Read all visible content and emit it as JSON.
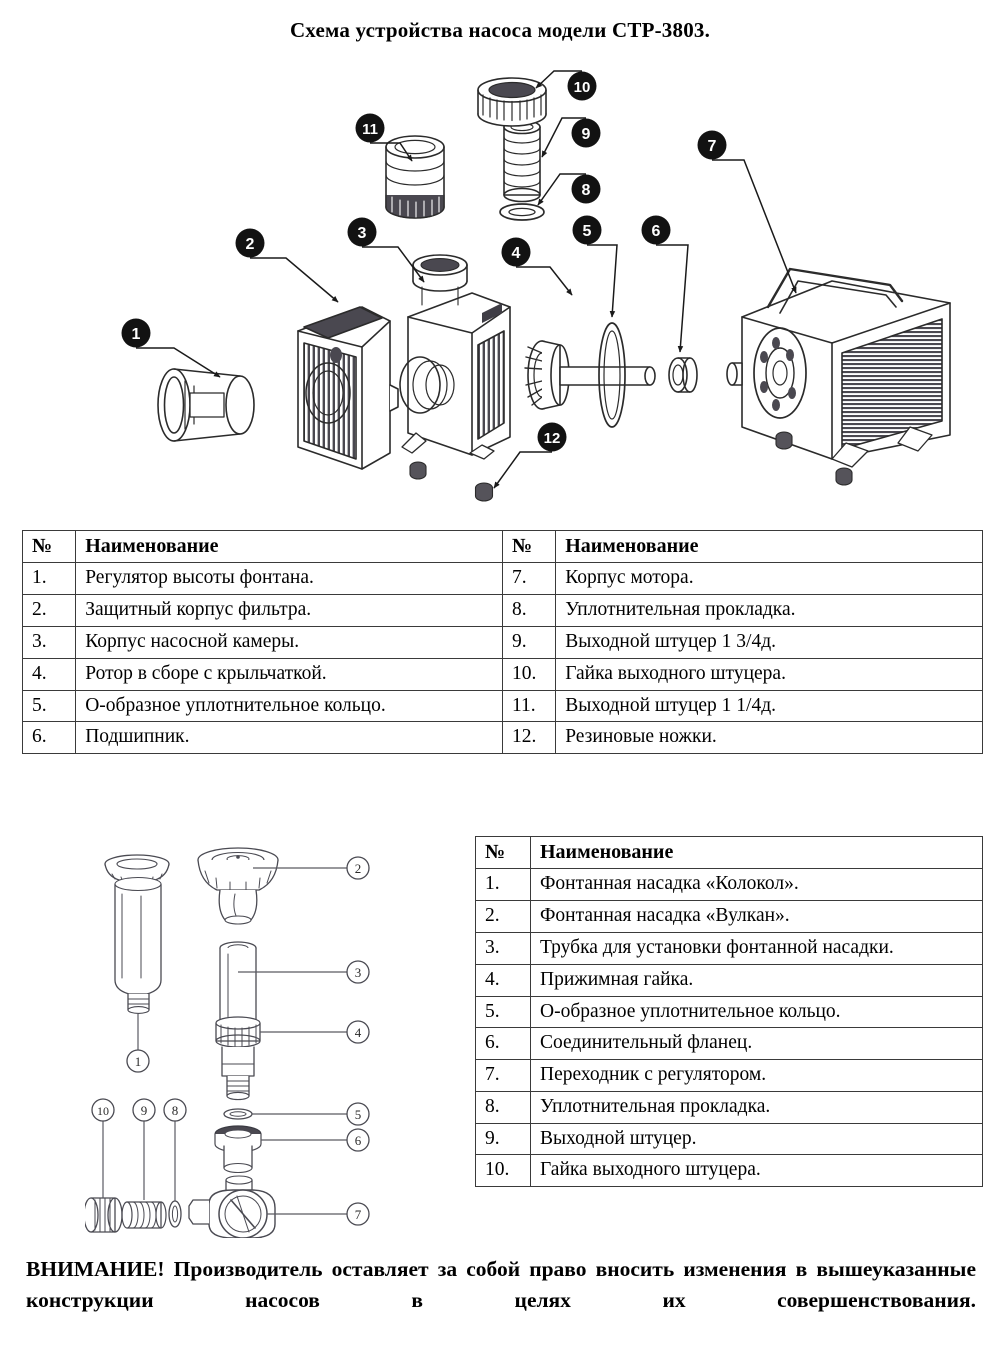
{
  "document": {
    "title": "Схема устройства насоса модели CTP-3803.",
    "warning": "ВНИМАНИЕ! Производитель оставляет за собой право вносить изменения в вышеуказанные конструкции насосов в целях их совершенствования."
  },
  "table_main": {
    "headers": {
      "num": "№",
      "name": "Наименование"
    },
    "rows_left": [
      {
        "num": "1.",
        "name": "Регулятор высоты фонтана."
      },
      {
        "num": "2.",
        "name": "Защитный корпус фильтра."
      },
      {
        "num": "3.",
        "name": "Корпус насосной камеры."
      },
      {
        "num": "4.",
        "name": "Ротор в сборе с крыльчаткой."
      },
      {
        "num": "5.",
        "name": "О-образное уплотнительное кольцо."
      },
      {
        "num": "6.",
        "name": "Подшипник."
      }
    ],
    "rows_right": [
      {
        "num": "7.",
        "name": "Корпус мотора."
      },
      {
        "num": "8.",
        "name": "Уплотнительная прокладка."
      },
      {
        "num": "9.",
        "name": "Выходной штуцер 1 3/4д."
      },
      {
        "num": "10.",
        "name": "Гайка выходного штуцера."
      },
      {
        "num": "11.",
        "name": "Выходной штуцер 1 1/4д."
      },
      {
        "num": "12.",
        "name": "Резиновые ножки."
      }
    ]
  },
  "table_nozzle": {
    "headers": {
      "num": "№",
      "name": "Наименование"
    },
    "rows": [
      {
        "num": "1.",
        "name": "Фонтанная насадка «Колокол»."
      },
      {
        "num": "2.",
        "name": "Фонтанная насадка «Вулкан»."
      },
      {
        "num": "3.",
        "name": "Трубка для установки фонтанной насадки."
      },
      {
        "num": "4.",
        "name": "Прижимная гайка."
      },
      {
        "num": "5.",
        "name": "О-образное уплотнительное кольцо."
      },
      {
        "num": "6.",
        "name": "Соединительный фланец."
      },
      {
        "num": "7.",
        "name": "Переходник с регулятором."
      },
      {
        "num": "8.",
        "name": "Уплотнительная прокладка."
      },
      {
        "num": "9.",
        "name": "Выходной штуцер."
      },
      {
        "num": "10.",
        "name": "Гайка выходного штуцера."
      }
    ]
  },
  "diagram_top": {
    "callouts": [
      {
        "id": "1",
        "label": "1"
      },
      {
        "id": "2",
        "label": "2"
      },
      {
        "id": "3",
        "label": "3"
      },
      {
        "id": "4",
        "label": "4"
      },
      {
        "id": "5",
        "label": "5"
      },
      {
        "id": "6",
        "label": "6"
      },
      {
        "id": "7",
        "label": "7"
      },
      {
        "id": "8",
        "label": "8"
      },
      {
        "id": "9",
        "label": "9"
      },
      {
        "id": "10",
        "label": "10"
      },
      {
        "id": "11",
        "label": "11"
      },
      {
        "id": "12",
        "label": "12"
      }
    ]
  },
  "diagram_bottom": {
    "callouts": [
      {
        "id": "1",
        "label": "1"
      },
      {
        "id": "2",
        "label": "2"
      },
      {
        "id": "3",
        "label": "3"
      },
      {
        "id": "4",
        "label": "4"
      },
      {
        "id": "5",
        "label": "5"
      },
      {
        "id": "6",
        "label": "6"
      },
      {
        "id": "7",
        "label": "7"
      },
      {
        "id": "8",
        "label": "8"
      },
      {
        "id": "9",
        "label": "9"
      },
      {
        "id": "10",
        "label": "10"
      }
    ]
  },
  "colors": {
    "ink": "#000000",
    "line": "#3a3a3a",
    "shade": "#55535a",
    "paper": "#ffffff"
  }
}
